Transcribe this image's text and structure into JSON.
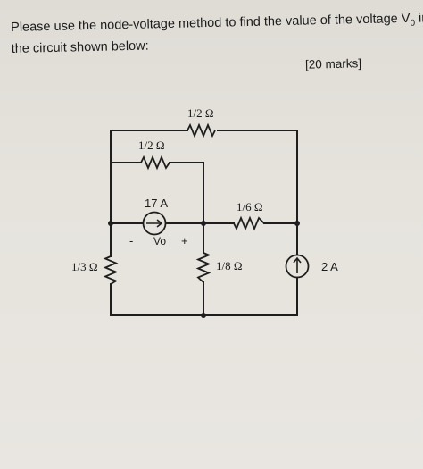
{
  "question": {
    "line1": "Please use the node-voltage method to find the value of the voltage V",
    "line1_sub": "0",
    "line1_end": " in",
    "line2": "the circuit shown below:",
    "marks": "[20 marks]"
  },
  "circuit": {
    "r_top": "1/2 Ω",
    "r_upper": "1/2 Ω",
    "r_right": "1/6 Ω",
    "r_left": "1/3 Ω",
    "r_center": "1/8 Ω",
    "src_17": "17 A",
    "src_2": "2 A",
    "vo_minus": "-",
    "vo_label": "Vo",
    "vo_plus": "+"
  }
}
